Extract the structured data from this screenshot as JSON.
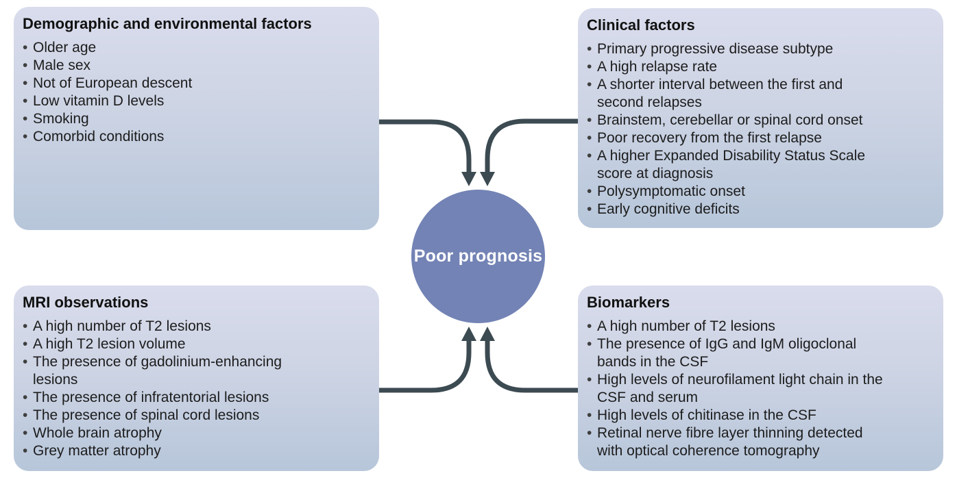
{
  "figure": {
    "center_label": "Poor prognosis",
    "boxes": [
      {
        "title": "Demographic and environmental factors",
        "items": [
          "Older age",
          "Male sex",
          "Not of European descent",
          "Low vitamin D levels",
          "Smoking",
          "Comorbid conditions"
        ]
      },
      {
        "title": "Clinical factors",
        "items": [
          "Primary progressive disease subtype",
          "A high relapse rate",
          "A shorter interval between the first and\nsecond relapses",
          "Brainstem, cerebellar or spinal cord onset",
          "Poor recovery from the first relapse",
          "A higher Expanded Disability Status Scale\nscore at diagnosis",
          "Polysymptomatic onset",
          "Early cognitive deficits"
        ]
      },
      {
        "title": "MRI observations",
        "items": [
          "A high number of T2 lesions",
          "A high T2 lesion volume",
          "The presence of gadolinium-enhancing\nlesions",
          "The presence of infratentorial lesions",
          "The presence of spinal cord lesions",
          "Whole brain atrophy",
          "Grey matter atrophy"
        ]
      },
      {
        "title": "Biomarkers",
        "items": [
          "A high number of T2 lesions",
          "The presence of IgG and IgM oligoclonal\nbands in the CSF",
          "High levels of neurofilament light chain in the\nCSF and serum",
          "High levels of chitinase in the CSF",
          "Retinal nerve fibre layer thinning detected\nwith optical coherence tomography"
        ]
      }
    ],
    "colors": {
      "box_gradient_top": "#d9dcec",
      "box_gradient_bottom": "#b7c6da",
      "circle_fill": "#7383b5",
      "circle_text": "#ffffff",
      "arrow": "#3c4a51",
      "text": "#1c1c1c"
    }
  }
}
